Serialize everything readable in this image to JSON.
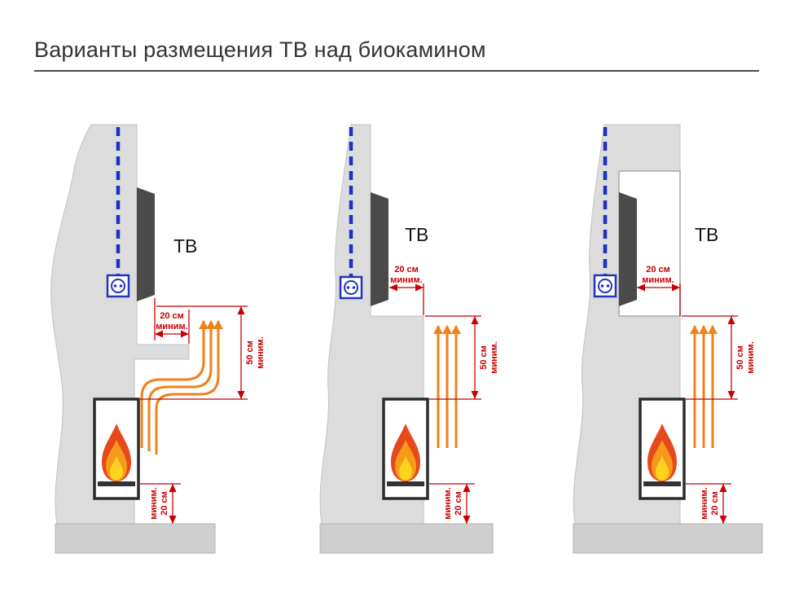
{
  "title": "Варианты размещения ТВ над биокамином",
  "colors": {
    "wall": "#dcdcdc",
    "floor": "#cfcfcf",
    "tv": "#4a4a4a",
    "cable_blue": "#1f2ec4",
    "dimension_red": "#c80000",
    "heat_arrow_orange": "#f08218",
    "flame_outer": "#e8491c",
    "flame_mid": "#f79a1c",
    "flame_inner": "#ffd21e"
  },
  "panels": [
    {
      "tv_label": "ТВ",
      "shelf_overhang": {
        "value": "20 см",
        "qualifier": "миним."
      },
      "tv_to_fireplace": {
        "value": "50 см",
        "qualifier": "миним."
      },
      "fireplace_to_floor": {
        "value": "20 см",
        "qualifier": "миним."
      }
    },
    {
      "tv_label": "ТВ",
      "shelf_overhang": {
        "value": "20 см",
        "qualifier": "миним."
      },
      "tv_to_fireplace": {
        "value": "50 см",
        "qualifier": "миним."
      },
      "fireplace_to_floor": {
        "value": "20 см",
        "qualifier": "миним."
      }
    },
    {
      "tv_label": "ТВ",
      "shelf_overhang": {
        "value": "20 см",
        "qualifier": "миним."
      },
      "tv_to_fireplace": {
        "value": "50 см",
        "qualifier": "миним."
      },
      "fireplace_to_floor": {
        "value": "20 см",
        "qualifier": "миним."
      }
    }
  ]
}
